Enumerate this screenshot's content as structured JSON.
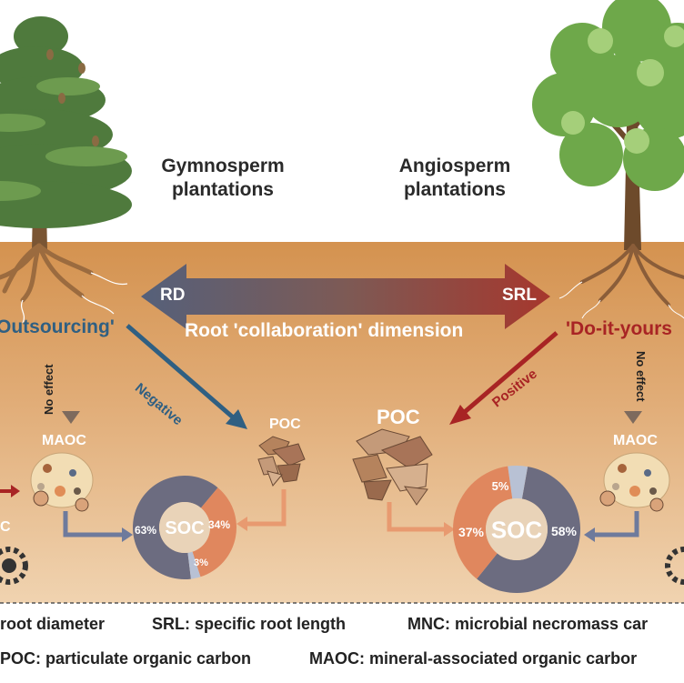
{
  "titles": {
    "gymnosperm": [
      "Gymnosperm",
      "plantations"
    ],
    "angiosperm": [
      "Angiosperm",
      "plantations"
    ]
  },
  "axis": {
    "left_end": "RD",
    "right_end": "SRL",
    "dimension_label": "Root 'collaboration' dimension"
  },
  "strategies": {
    "left": "Outsourcing'",
    "right": "'Do-it-yours"
  },
  "arrows": {
    "negative": "Negative",
    "positive": "Positive",
    "no_effect_left": "No effect",
    "no_effect_right": "No effect"
  },
  "pools": {
    "poc_left": "POC",
    "poc_right": "POC",
    "maoc_left": "MAOC",
    "maoc_right": "MAOC",
    "mnc_left_partial": "C"
  },
  "donut_left": {
    "center": "SOC",
    "slices": [
      {
        "label": "63%",
        "value": 63,
        "color": "#6c6c80"
      },
      {
        "label": "34%",
        "value": 34,
        "color": "#e0875e"
      },
      {
        "label": "3%",
        "value": 3,
        "color": "#b8c1d4"
      }
    ]
  },
  "donut_right": {
    "center": "SOC",
    "slices": [
      {
        "label": "58%",
        "value": 58,
        "color": "#6c6c80"
      },
      {
        "label": "37%",
        "value": 37,
        "color": "#e0875e"
      },
      {
        "label": "5%",
        "value": 5,
        "color": "#b8c1d4"
      }
    ]
  },
  "legend": {
    "line1": [
      "root diameter",
      "SRL: specific root length",
      "MNC: microbial necromass car"
    ],
    "line2": [
      "POC: particulate organic carbon",
      "MAOC: mineral-associated organic carbor"
    ]
  },
  "colors": {
    "soil": "#d89b62",
    "negative_arrow": "#2f5f82",
    "positive_arrow": "#a82424",
    "poc_connector": "#e89a70",
    "maoc_connector": "#6e7a9c",
    "left_strategy_text": "#2f5f82",
    "right_strategy_text": "#a82424"
  }
}
